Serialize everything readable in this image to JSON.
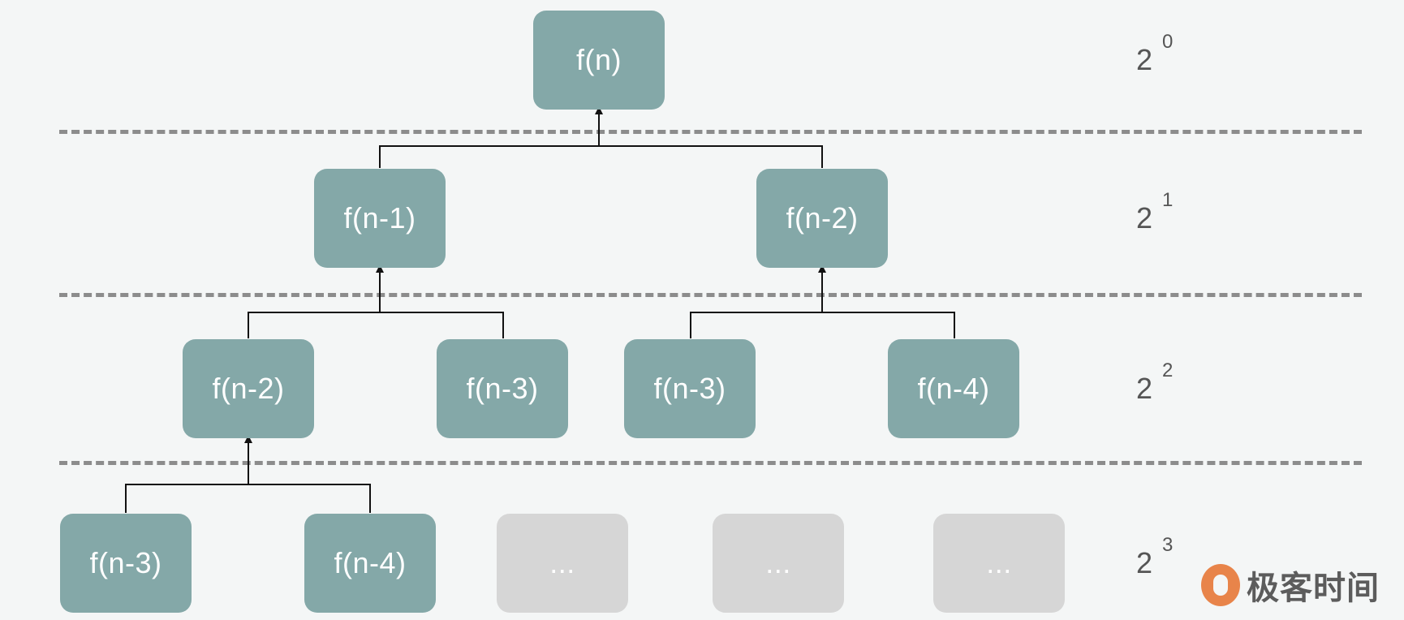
{
  "nodes": {
    "root": "f(n)",
    "l1_left": "f(n-1)",
    "l1_right": "f(n-2)",
    "l2_1": "f(n-2)",
    "l2_2": "f(n-3)",
    "l2_3": "f(n-3)",
    "l2_4": "f(n-4)",
    "l3_1": "f(n-3)",
    "l3_2": "f(n-4)",
    "l3_3": "...",
    "l3_4": "...",
    "l3_5": "..."
  },
  "levels": [
    {
      "base": "2",
      "exp": "0"
    },
    {
      "base": "2",
      "exp": "1"
    },
    {
      "base": "2",
      "exp": "2"
    },
    {
      "base": "2",
      "exp": "3"
    }
  ],
  "brand": {
    "name": "极客时间",
    "icon": "geektime-logo-icon"
  },
  "colors": {
    "node": "#84a8a8",
    "placeholder": "#d6d6d6",
    "divider": "#8c8c8c",
    "background": "#f4f6f6"
  }
}
